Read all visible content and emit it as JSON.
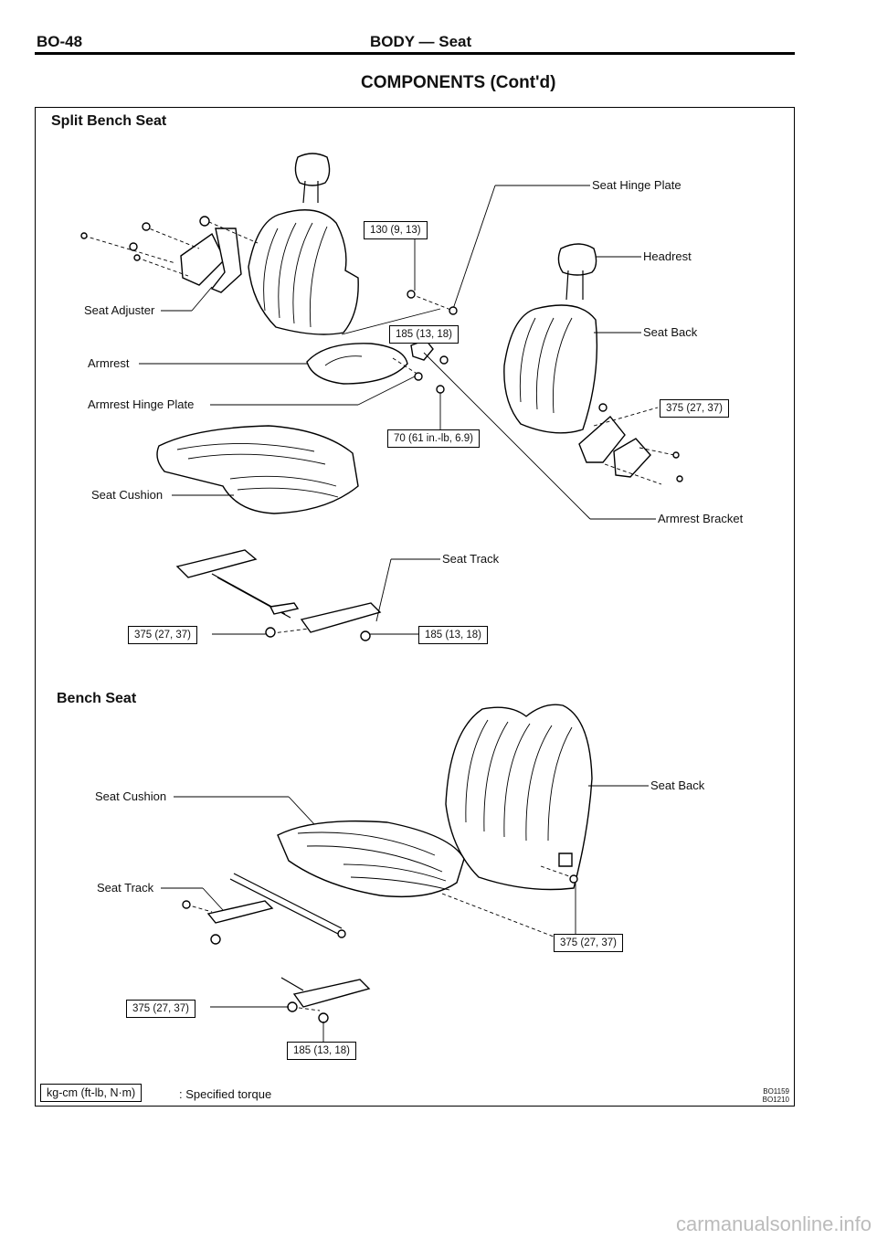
{
  "header": {
    "page_code": "BO-48",
    "section": "BODY — Seat"
  },
  "title": "COMPONENTS (Cont'd)",
  "split_bench": {
    "heading": "Split Bench Seat",
    "labels": {
      "seat_hinge_plate": "Seat Hinge Plate",
      "headrest": "Headrest",
      "seat_adjuster": "Seat Adjuster",
      "seat_back": "Seat Back",
      "armrest": "Armrest",
      "armrest_hinge_plate": "Armrest Hinge Plate",
      "seat_cushion": "Seat Cushion",
      "armrest_bracket": "Armrest Bracket",
      "seat_track": "Seat Track"
    },
    "torques": {
      "t1": "130 (9, 13)",
      "t2": "185 (13, 18)",
      "t3": "70 (61 in.-lb, 6.9)",
      "t4": "375 (27, 37)",
      "t5": "375 (27, 37)",
      "t6": "185 (13, 18)"
    }
  },
  "bench": {
    "heading": "Bench Seat",
    "labels": {
      "seat_cushion": "Seat Cushion",
      "seat_back": "Seat Back",
      "seat_track": "Seat Track"
    },
    "torques": {
      "t1": "375 (27, 37)",
      "t2": "375 (27, 37)",
      "t3": "185 (13, 18)"
    }
  },
  "legend": {
    "unit_box": "kg-cm (ft-lb, N·m)",
    "text": ": Specified torque"
  },
  "figure_numbers": [
    "BO1159",
    "BO1210"
  ],
  "watermark": "carmanualsonline.info"
}
